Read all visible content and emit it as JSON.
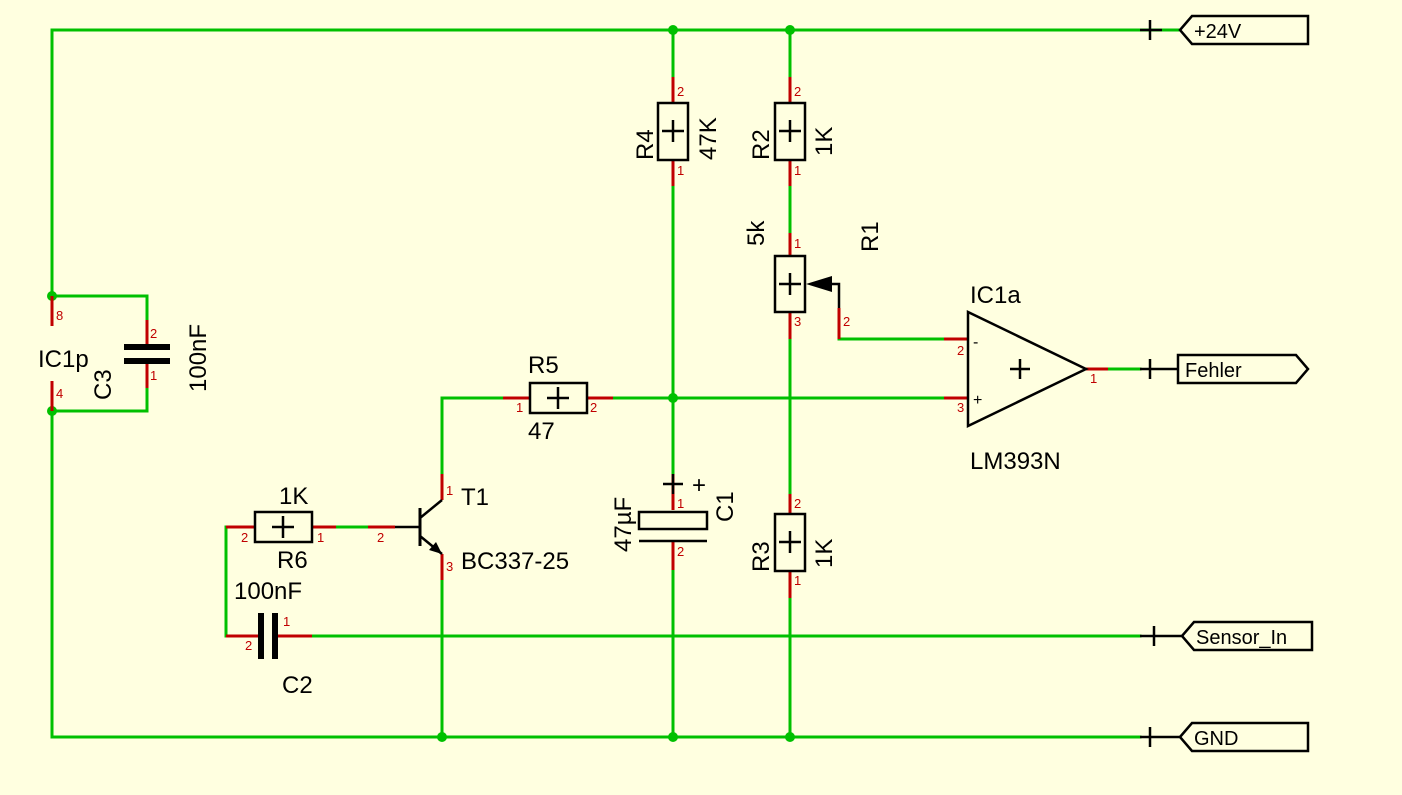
{
  "ports": {
    "p24v": "+24V",
    "fehler": "Fehler",
    "sensor_in": "Sensor_In",
    "gnd": "GND"
  },
  "components": {
    "r4": {
      "ref": "R4",
      "value": "47K"
    },
    "r2": {
      "ref": "R2",
      "value": "1K"
    },
    "r1": {
      "ref": "R1",
      "value": "5k"
    },
    "r5": {
      "ref": "R5",
      "value": "47"
    },
    "r6": {
      "ref": "R6",
      "value": "1K"
    },
    "r3": {
      "ref": "R3",
      "value": "1K"
    },
    "c1": {
      "ref": "C1",
      "value": "47µF",
      "polarity": "+"
    },
    "c2": {
      "ref": "C2",
      "value": "100nF"
    },
    "c3": {
      "ref": "C3",
      "value": "100nF"
    },
    "t1": {
      "ref": "T1",
      "value": "BC337-25"
    },
    "ic1a": {
      "ref": "IC1a",
      "value": "LM393N",
      "minus": "-",
      "plus": "+"
    },
    "ic1p": {
      "ref": "IC1p"
    }
  },
  "pin_numbers": {
    "one": "1",
    "two": "2",
    "three": "3",
    "four": "4",
    "eight": "8"
  },
  "colors": {
    "background": "#ffffe0",
    "wire": "#00c000",
    "pin": "#c00000",
    "symbol": "#000000"
  }
}
